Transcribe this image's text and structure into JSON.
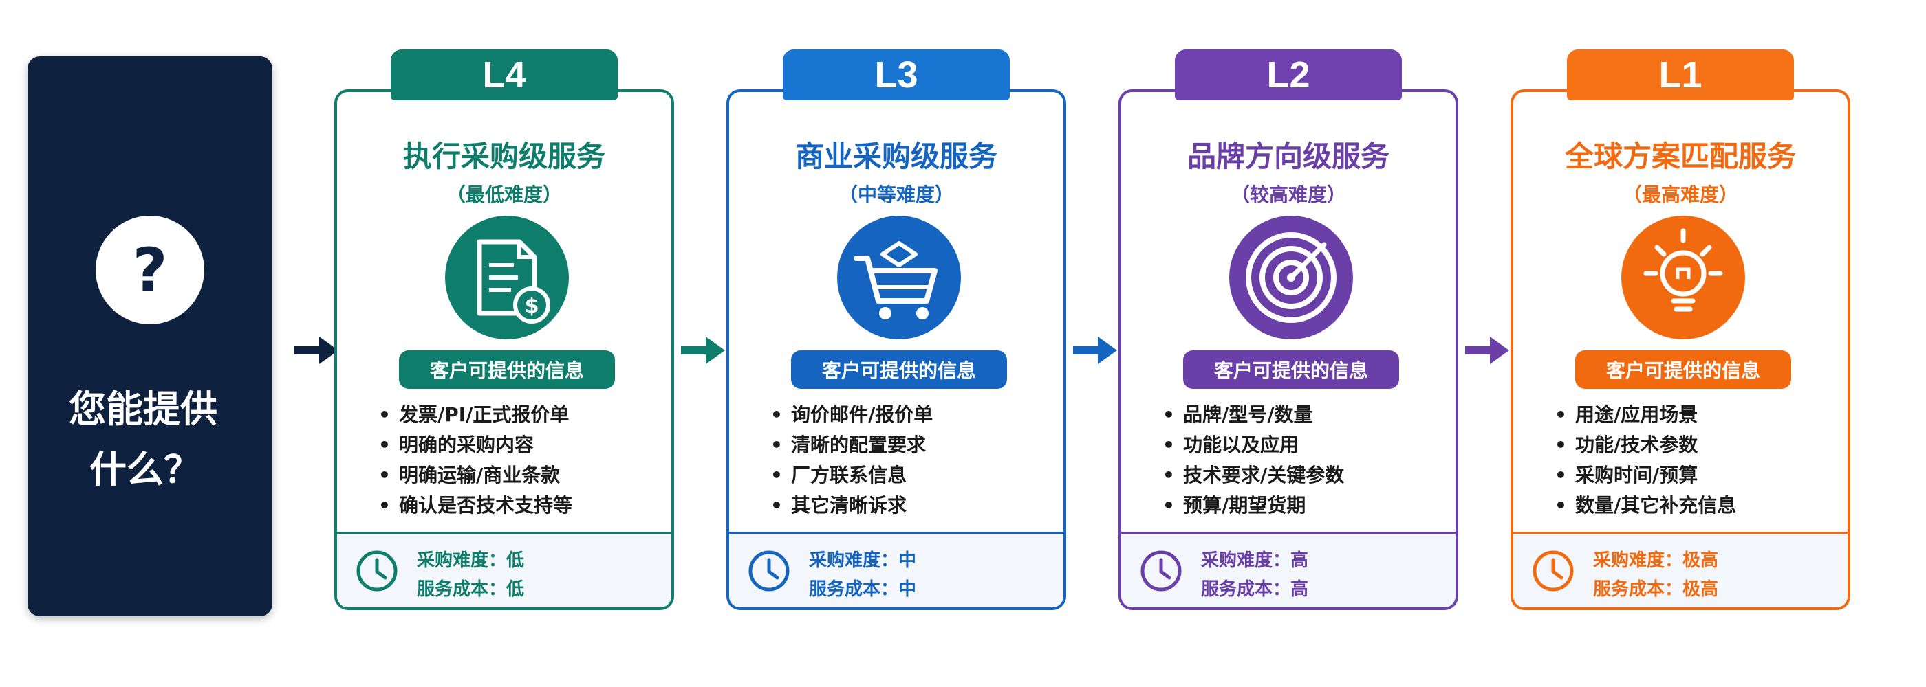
{
  "left": {
    "question": "?",
    "title_line1": "您能提供",
    "title_line2": "什么？"
  },
  "cards": [
    {
      "level": "L4",
      "title": "执行采购级服务",
      "subtitle": "（最低难度）",
      "icon": "document-dollar-icon",
      "color": "#0f7d6b",
      "info_label": "客户可提供的信息",
      "items": [
        "发票/PI/正式报价单",
        "明确的采购内容",
        "明确运输/商业条款",
        "确认是否技术支持等"
      ],
      "difficulty": "采购难度：低",
      "cost": "服务成本：低"
    },
    {
      "level": "L3",
      "title": "商业采购级服务",
      "subtitle": "（中等难度）",
      "icon": "shopping-cart-icon",
      "color": "#1565c0",
      "info_label": "客户可提供的信息",
      "items": [
        "询价邮件/报价单",
        "清晰的配置要求",
        "厂方联系信息",
        "其它清晰诉求"
      ],
      "difficulty": "采购难度：中",
      "cost": "服务成本：中"
    },
    {
      "level": "L2",
      "title": "品牌方向级服务",
      "subtitle": "（较高难度）",
      "icon": "target-icon",
      "color": "#6a3fa8",
      "info_label": "客户可提供的信息",
      "items": [
        "品牌/型号/数量",
        "功能以及应用",
        "技术要求/关键参数",
        "预算/期望货期"
      ],
      "difficulty": "采购难度：高",
      "cost": "服务成本：高"
    },
    {
      "level": "L1",
      "title": "全球方案匹配服务",
      "subtitle": "（最高难度）",
      "icon": "lightbulb-icon",
      "color": "#f26a10",
      "info_label": "客户可提供的信息",
      "items": [
        "用途/应用场景",
        "功能/技术参数",
        "采购时间/预算",
        "数量/其它补充信息"
      ],
      "difficulty": "采购难度：极高",
      "cost": "服务成本：极高"
    }
  ]
}
